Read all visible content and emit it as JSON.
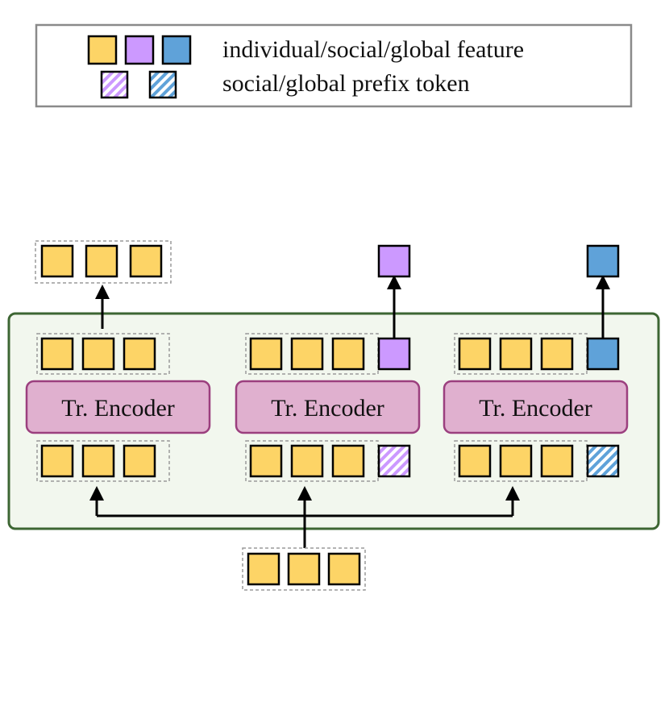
{
  "legend": {
    "feature_label": "individual/social/global feature",
    "prefix_label": "social/global prefix token"
  },
  "encoders": [
    {
      "label": "Tr. Encoder",
      "prefix": "none"
    },
    {
      "label": "Tr. Encoder",
      "prefix": "social"
    },
    {
      "label": "Tr. Encoder",
      "prefix": "global"
    }
  ],
  "colors": {
    "individual": "#fdd466",
    "social": "#cc99ff",
    "global": "#5fa2d9",
    "encoder_fill": "#e0b0cf",
    "encoder_stroke": "#9b3f7e",
    "container_fill": "#f2f7ee",
    "container_stroke": "#3d6633"
  }
}
